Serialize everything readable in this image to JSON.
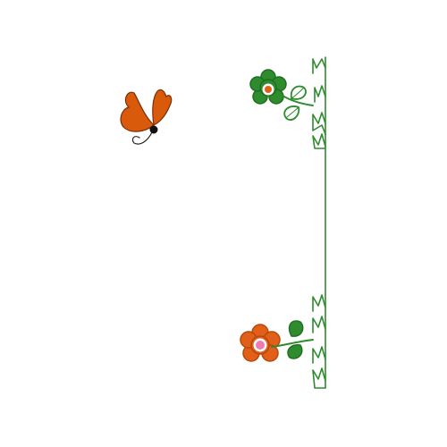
{
  "scene": {
    "background": "#ffffff",
    "elements": [
      {
        "name": "butterfly",
        "icon": "butterfly-icon",
        "wing_color": "#d95a0a"
      },
      {
        "name": "top-flower",
        "icon": "flower-icon",
        "petal_color": "#2e8b2e",
        "center_color": "#e0601a"
      },
      {
        "name": "bottom-flower",
        "icon": "flower-icon",
        "petal_color": "#e0601a",
        "center_color": "#f07ab0"
      },
      {
        "name": "grass-border",
        "icon": "grass-icon",
        "color": "#2e8b2e"
      }
    ]
  }
}
